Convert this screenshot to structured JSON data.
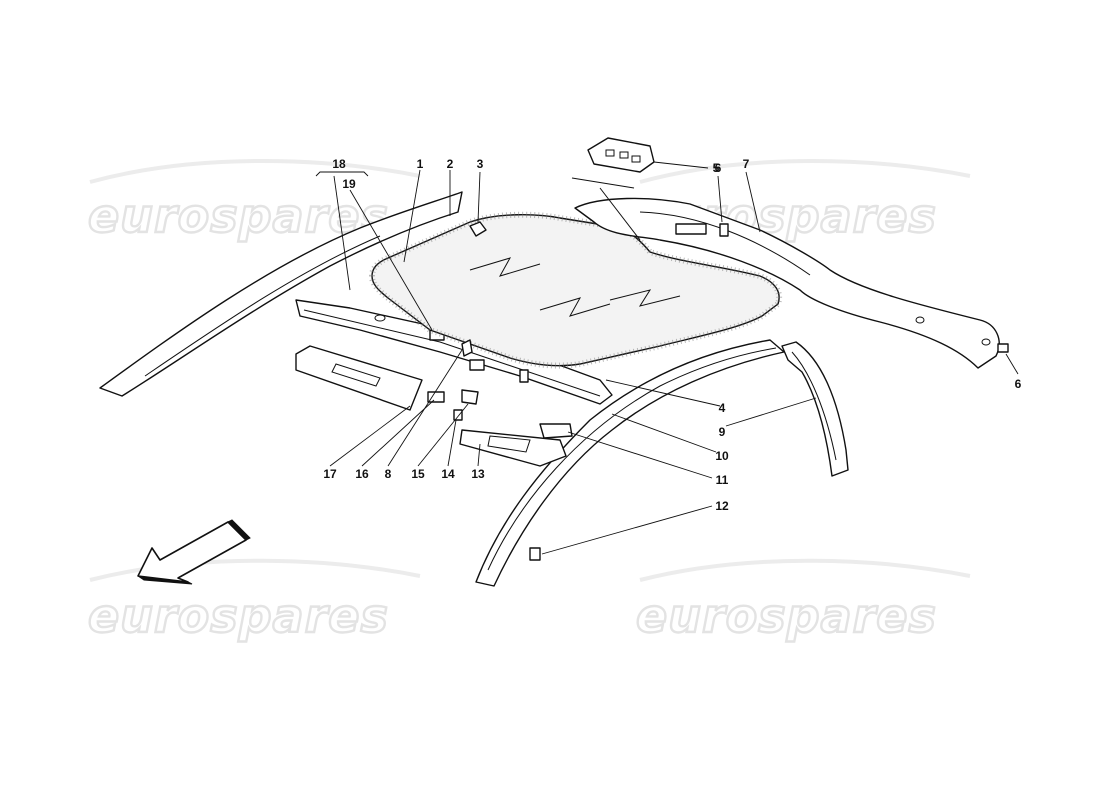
{
  "watermarks": [
    "eurospares",
    "eurospares",
    "eurospares",
    "eurospares"
  ],
  "callouts": [
    "18",
    "19",
    "1",
    "2",
    "3",
    "5",
    "6",
    "7",
    "6",
    "4",
    "9",
    "10",
    "11",
    "17",
    "16",
    "8",
    "15",
    "14",
    "13",
    "12"
  ],
  "colors": {
    "line": "#111111",
    "watermark": "#e3e3e3",
    "background": "#ffffff"
  },
  "icons": {
    "direction_arrow": "front-direction-arrow-icon"
  }
}
